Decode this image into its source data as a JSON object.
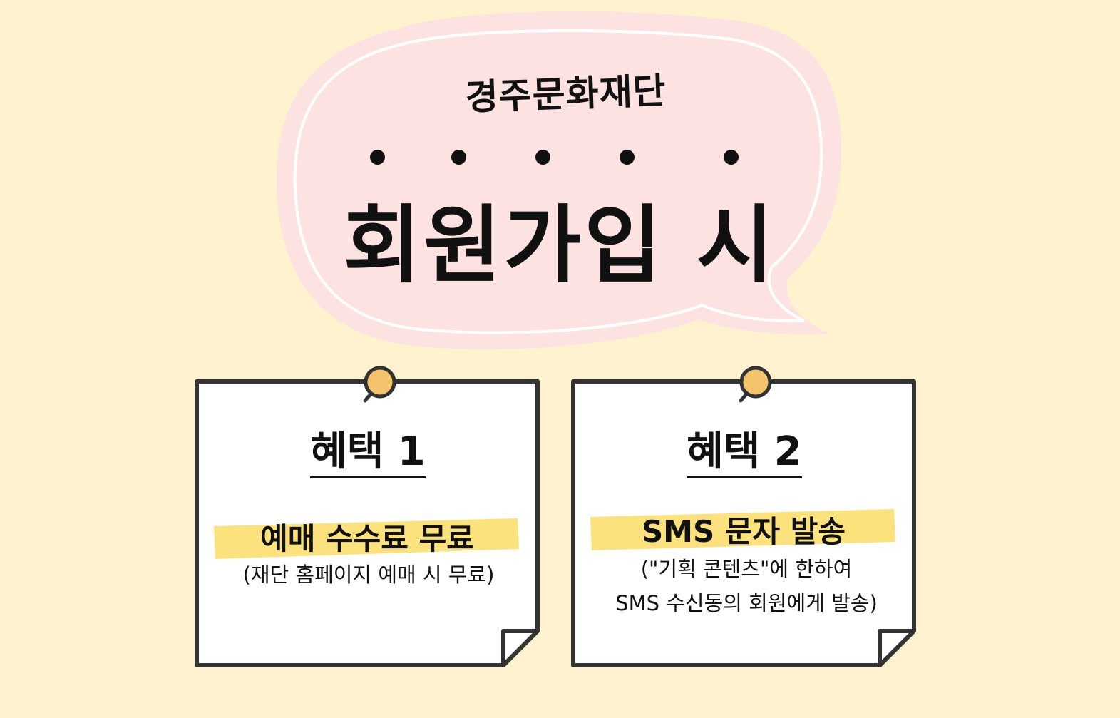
{
  "bubble": {
    "org_name": "경주문화재단",
    "headline": "회원가입 시"
  },
  "benefits": [
    {
      "title": "혜택 1",
      "highlight": "예매 수수료 무료",
      "detail_line1": "(재단 홈페이지 예매 시 무료)",
      "detail_line2": ""
    },
    {
      "title": "혜택 2",
      "highlight": "SMS 문자 발송",
      "detail_line1": "(\"기획 콘텐츠\"에 한하여",
      "detail_line2": "SMS 수신동의 회원에게 발송)"
    }
  ],
  "colors": {
    "background": "#fff3cf",
    "bubble_fill": "#fde2e2",
    "bubble_outline": "#ffffff",
    "note_fill": "#ffffff",
    "note_border": "#333333",
    "pin": "#f3c46c",
    "highlight": "#fbe27d",
    "text": "#111111"
  }
}
